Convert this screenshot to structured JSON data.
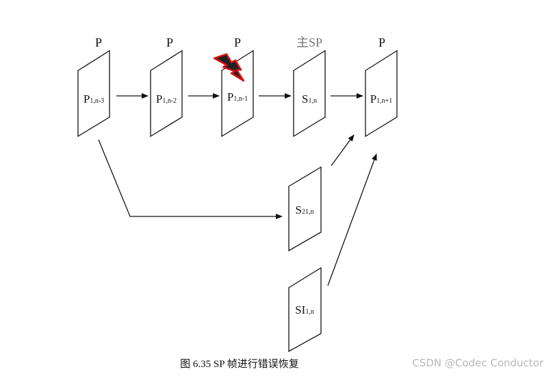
{
  "frames": {
    "p1_n3": {
      "type": "P",
      "main": "P",
      "sub": "1,n-3"
    },
    "p1_n2": {
      "type": "P",
      "main": "P",
      "sub": "1,n-2"
    },
    "p1_n1": {
      "type": "P",
      "main": "P",
      "sub": "1,n-1"
    },
    "s1_n": {
      "type": "主SP",
      "main": "S",
      "sub": "1,n"
    },
    "p1_n1b": {
      "type": "P",
      "main": "P",
      "sub": "1,n+1"
    },
    "s21_n": {
      "main": "S",
      "sub": "21,n"
    },
    "si1_n": {
      "main": "SI",
      "sub": "1,n"
    }
  },
  "caption": "图 6.35    SP 帧进行错误恢复",
  "watermark": "CSDN @Codec Conductor",
  "colors": {
    "error_fill": "#222222",
    "error_stroke": "#dd1111"
  },
  "icons": {
    "error": "lightning-bolt-icon"
  }
}
